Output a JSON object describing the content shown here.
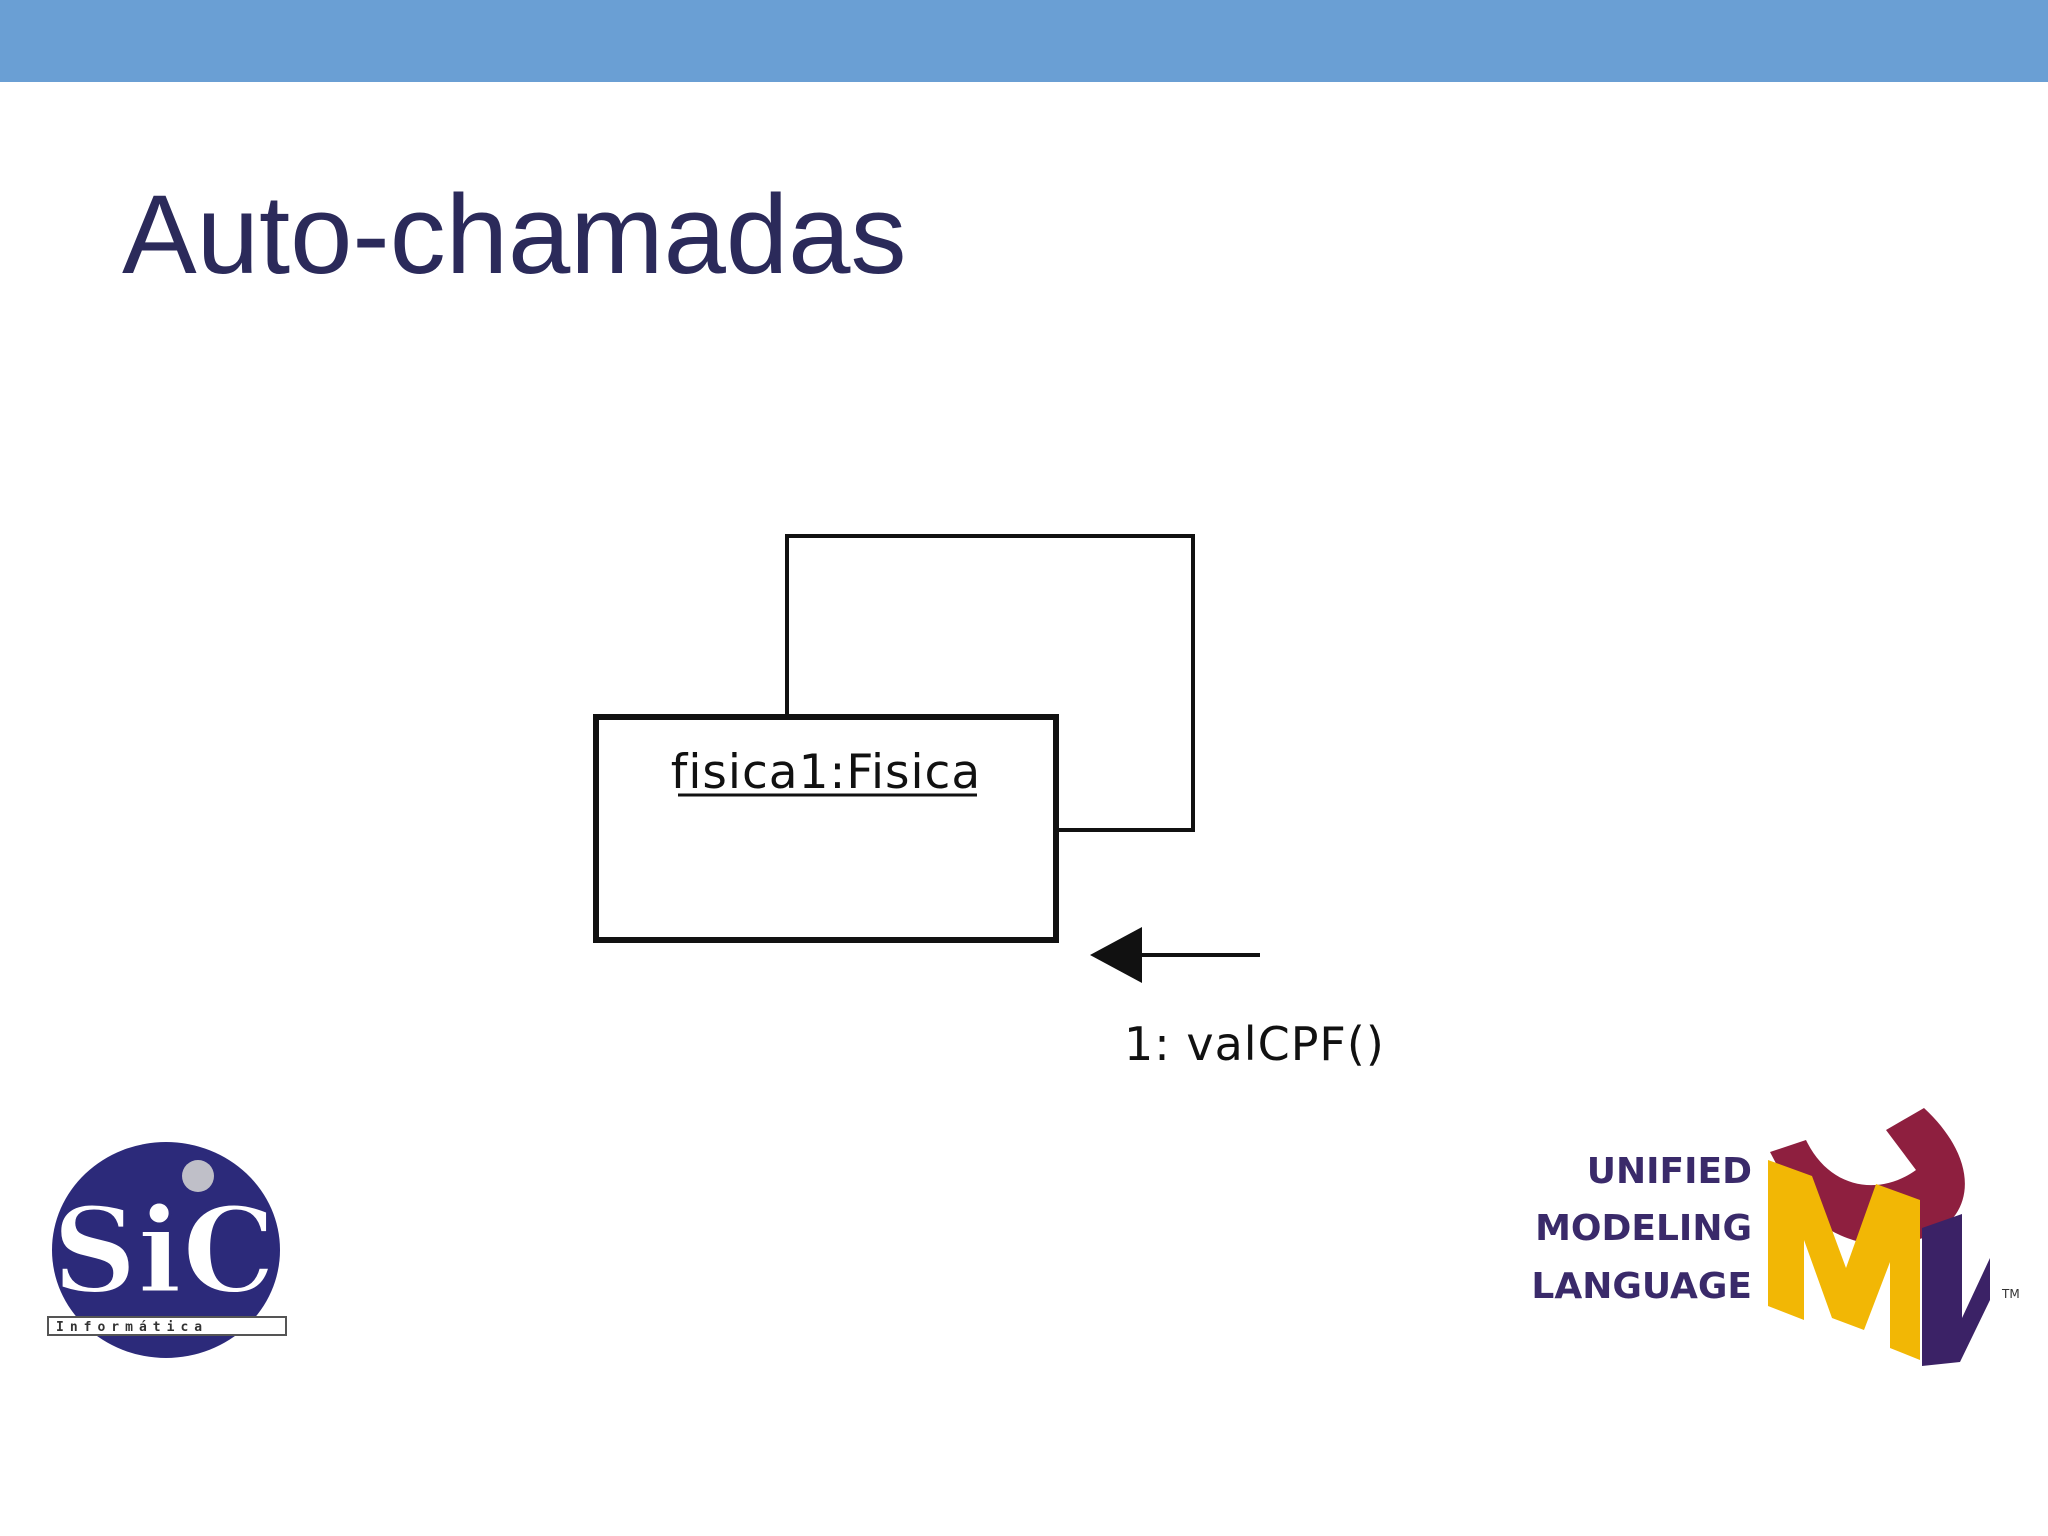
{
  "slide": {
    "title": "Auto-chamadas"
  },
  "diagram": {
    "object_label": "fisica1:Fisica",
    "message_label": "1: valCPF()"
  },
  "logos": {
    "sic": {
      "text": "SiC",
      "subtitle": "Informática"
    },
    "uml": {
      "line1": "UNIFIED",
      "line2": "MODELING",
      "line3": "LANGUAGE",
      "trademark": "TM"
    }
  },
  "colors": {
    "top_bar": "#6a9fd4",
    "title": "#2b2a5a",
    "uml_maroon": "#8e1f3f",
    "uml_yellow": "#f2b705",
    "uml_purple": "#3b2266",
    "sic_navy": "#2c2a7a"
  }
}
